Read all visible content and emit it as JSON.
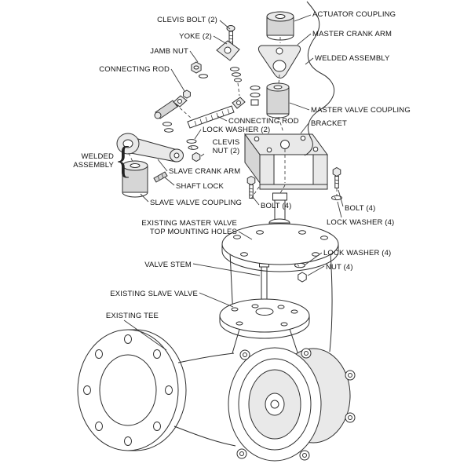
{
  "figure": {
    "description": "Exploded-view installation diagram of a valve linkage: actuator couplings, crank arms, connecting rods and bracket mounted on existing butterfly valves and tee"
  },
  "colors": {
    "ink": "#2e2e2e",
    "paper": "#ffffff",
    "label_text": "#111111"
  },
  "labels": {
    "clevis_bolt": "CLEVIS BOLT (2)",
    "actuator_coupling": "ACTUATOR COUPLING",
    "yoke": "YOKE (2)",
    "master_crank_arm": "MASTER CRANK ARM",
    "jamb_nut": "JAMB NUT",
    "welded_assembly_right": "WELDED ASSEMBLY",
    "connecting_rod_upper": "CONNECTING ROD",
    "master_valve_coupling": "MASTER VALVE COUPLING",
    "connecting_rod_mid": "CONNECTING ROD",
    "bracket": "BRACKET",
    "lock_washer_2": "LOCK WASHER (2)",
    "clevis_nut_2_line1": "CLEVIS",
    "clevis_nut_2_line2": "NUT (2)",
    "welded_assembly_left_line1": "WELDED",
    "welded_assembly_left_line2": "ASSEMBLY",
    "brace": "{",
    "slave_crank_arm": "SLAVE CRANK ARM",
    "shaft_lock": "SHAFT LOCK",
    "slave_valve_coupling": "SLAVE VALVE COUPLING",
    "bolt_4_left": "BOLT (4)",
    "bolt_4_right": "BOLT (4)",
    "lock_washer_4_upper": "LOCK WASHER (4)",
    "existing_master_valve_line1": "EXISTING MASTER VALVE",
    "existing_master_valve_line2": "TOP MOUNTING HOLES",
    "lock_washer_4_lower": "LOCK WASHER (4)",
    "nut_4": "NUT (4)",
    "valve_stem": "VALVE STEM",
    "existing_slave_valve": "EXISTING SLAVE VALVE",
    "existing_tee": "EXISTING TEE"
  }
}
